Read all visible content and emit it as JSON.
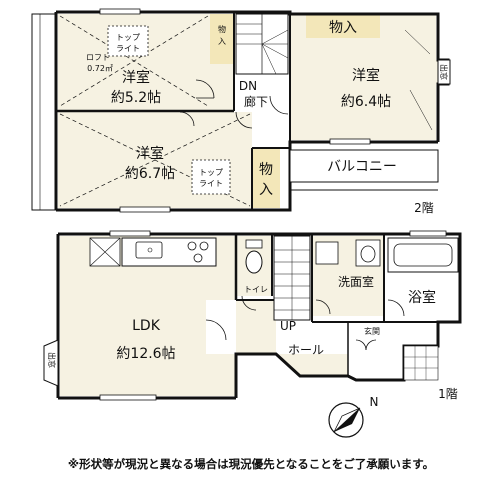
{
  "floor2": {
    "label": "2階",
    "western_room_1": {
      "name": "洋室",
      "size": "約5.2帖"
    },
    "loft": {
      "label": "ロフト",
      "height": "0.72㎡"
    },
    "skylight_1": {
      "line1": "トップ",
      "line2": "ライト"
    },
    "closet_1": "物入",
    "hall": {
      "line1": "DN",
      "line2": "廊下"
    },
    "closet_2": "物入",
    "western_room_2": {
      "name": "洋室",
      "size": "約6.4帖"
    },
    "bay_window_2f": "出窓",
    "western_room_3": {
      "name": "洋室",
      "size": "約6.7帖"
    },
    "skylight_2": {
      "line1": "トップ",
      "line2": "ライト"
    },
    "closet_3": {
      "line1": "物",
      "line2": "入"
    },
    "balcony": "バルコニー"
  },
  "floor1": {
    "label": "1階",
    "ldk": {
      "name": "LDK",
      "size": "約12.6帖"
    },
    "bay_window_1f": "出窓",
    "toilet": "トイレ",
    "washroom": "洗面室",
    "bathroom": "浴室",
    "entrance": "玄関",
    "hall": {
      "line1": "UP",
      "line2": "ホール"
    }
  },
  "compass": "N",
  "footnote": "※形状等が現況と異なる場合は現況優先となることをご了承願います。",
  "colors": {
    "floor": "#f6f2e2",
    "closet": "#f3e7b9",
    "wall": "#111111"
  }
}
